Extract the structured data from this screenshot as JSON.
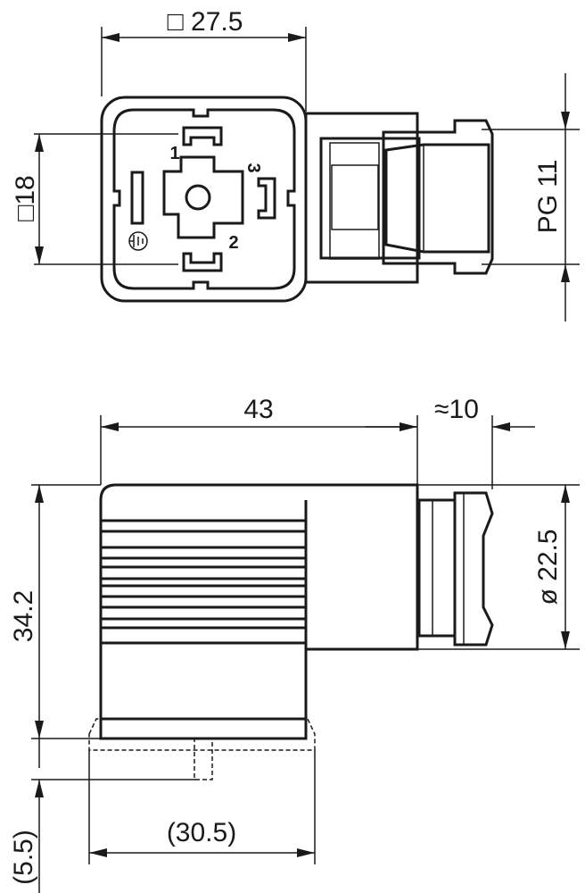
{
  "top_view": {
    "width_label": "□ 27.5",
    "pin_spacing_label": "□18",
    "thread_label": "PG 11",
    "pins": [
      "1",
      "2",
      "3"
    ]
  },
  "side_view": {
    "length_label": "43",
    "gland_label": "≈10",
    "height_label": "34.2",
    "diameter_label": "ø 22.5",
    "pin_length_label": "(5.5)",
    "base_width_label": "(30.5)"
  },
  "colors": {
    "line": "#1a1a1a",
    "background": "#ffffff"
  }
}
